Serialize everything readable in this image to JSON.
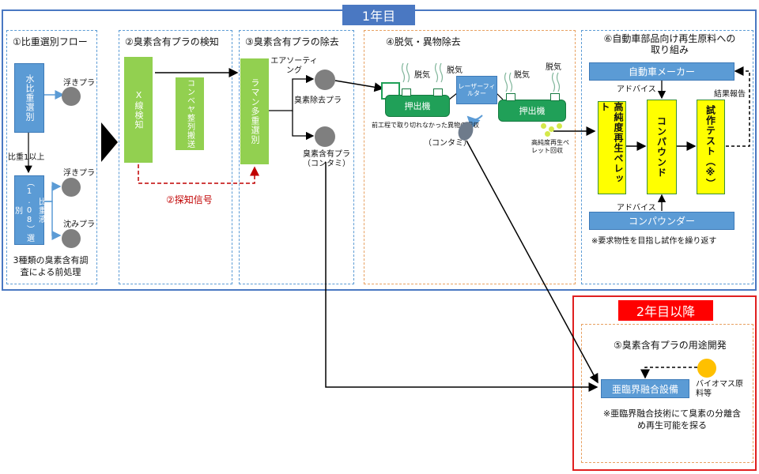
{
  "year_labels": {
    "year1": "1年目",
    "year2": "2年目以降"
  },
  "panel1": {
    "title": "①比重選別フロー",
    "water_sep": "水比重選別",
    "float1": "浮きプラ",
    "condition": "比重1以上",
    "liquid_sep": "比重液（1.08）選別",
    "float2": "浮きプラ",
    "sink": "沈みプラ",
    "note": "3種類の臭素含有調査による前処理"
  },
  "panel2": {
    "title": "②臭素含有プラの検知",
    "xray": "X線検知",
    "conveyor": "コンベヤ整列搬送",
    "signal": "②探知信号"
  },
  "panel3": {
    "title": "③臭素含有プラの除去",
    "sorter": "ラマン多重選別",
    "air_sorting": "エアソーティング",
    "removed": "臭素除去プラ",
    "contaminated": "臭素含有プラ（コンタミ）"
  },
  "panel4": {
    "title": "④脱気・異物除去",
    "degas1": "脱気",
    "degas2": "脱気",
    "degas3": "脱気",
    "degas4": "脱気",
    "extruder1": "押出機",
    "extruder2": "押出機",
    "laser_filter": "レーザーフィルター",
    "recovery_note": "前工程で取り切れなかった異物の回収",
    "contami": "（コンタミ）",
    "pellet_recovery": "高純度再生ペレット回収"
  },
  "panel6": {
    "title": "⑥自動車部品向け再生原料への取り組み",
    "automaker": "自動車メーカー",
    "advice1": "アドバイス",
    "advice2": "アドバイス",
    "report": "結果報告",
    "pellet": "高純度再生ペレット",
    "compound": "コンパウンド",
    "trial": "試作テスト（※）",
    "compounder": "コンパウンダー",
    "footnote": "※要求物性を目指し試作を繰り返す"
  },
  "panel5": {
    "title": "⑤臭素含有プラの用途開発",
    "equipment": "亜臨界融合設備",
    "biomass": "バイオマス原料等",
    "note": "※亜臨界融合技術にて臭素の分離含め再生可能を探る"
  },
  "colors": {
    "blue_frame": "#4a78c2",
    "red_frame": "#e02020",
    "process_blue": "#5b9bd5",
    "process_green": "#92d050",
    "extruder_green": "#20a058",
    "highlight_yellow": "#ffff00",
    "plastic_grey": "#7f7f7f",
    "signal_red": "#c00000"
  }
}
